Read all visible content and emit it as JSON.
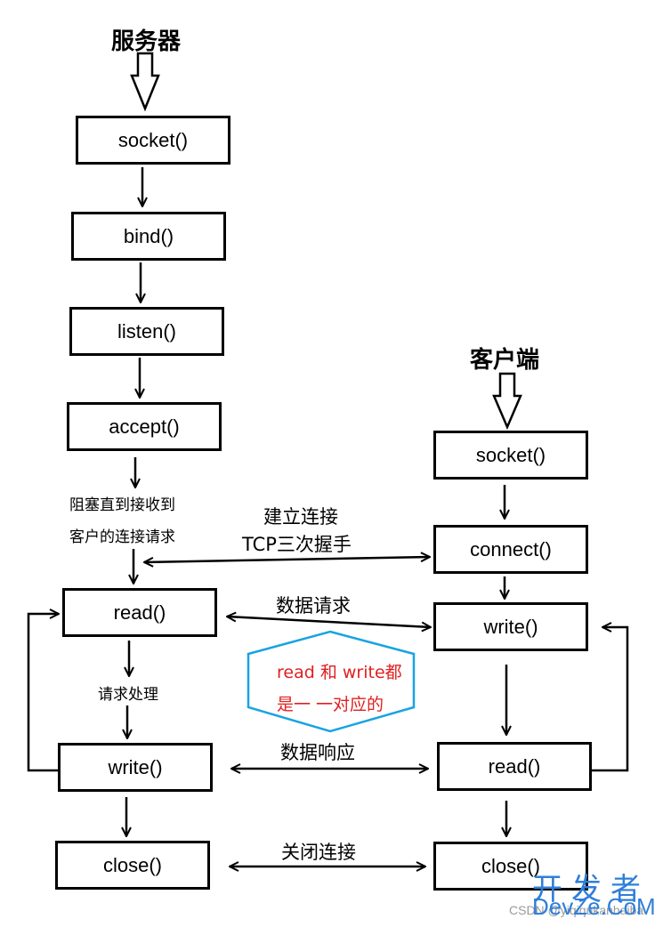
{
  "server": {
    "title": "服务器",
    "steps": [
      "socket()",
      "bind()",
      "listen()",
      "accept()"
    ],
    "blocking_note": [
      "阻塞直到接收到",
      "客户的连接请求"
    ],
    "read": "read()",
    "process_note": "请求处理",
    "write": "write()",
    "close": "close()"
  },
  "client": {
    "title": "客户端",
    "socket": "socket()",
    "connect": "connect()",
    "write": "write()",
    "read": "read()",
    "close": "close()"
  },
  "links": {
    "handshake": [
      "建立连接",
      "TCP三次握手"
    ],
    "request": "数据请求",
    "response": "数据响应",
    "close": "关闭连接"
  },
  "callout": {
    "lines": [
      "read 和 write都",
      "是一 一对应的"
    ],
    "border_color": "#1aa3e0",
    "text_color": "#e02020"
  },
  "watermark": {
    "brand_cn": "开发者",
    "brand_en": "DevZe.CoM",
    "source": "CSDN @yiqiqukanhaiba",
    "color": "#2f7fd8"
  }
}
